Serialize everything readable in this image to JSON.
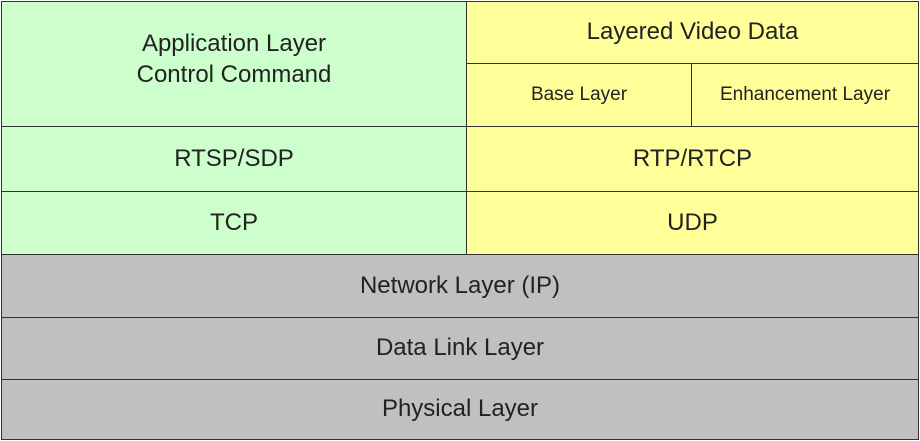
{
  "diagram": {
    "app_layer": {
      "line1": "Application Layer",
      "line2": "Control Command"
    },
    "video_data": {
      "title": "Layered Video Data",
      "base_layer": "Base Layer",
      "enhancement_layer": "Enhancement Layer"
    },
    "rtsp_sdp": "RTSP/SDP",
    "rtp_rtcp": "RTP/RTCP",
    "tcp": "TCP",
    "udp": "UDP",
    "network_layer": "Network Layer (IP)",
    "data_link_layer": "Data Link Layer",
    "physical_layer": "Physical Layer",
    "colors": {
      "control_plane": "#ccffcc",
      "data_plane": "#ffff99",
      "shared_layers": "#c0c0c0",
      "border": "#333333"
    }
  }
}
